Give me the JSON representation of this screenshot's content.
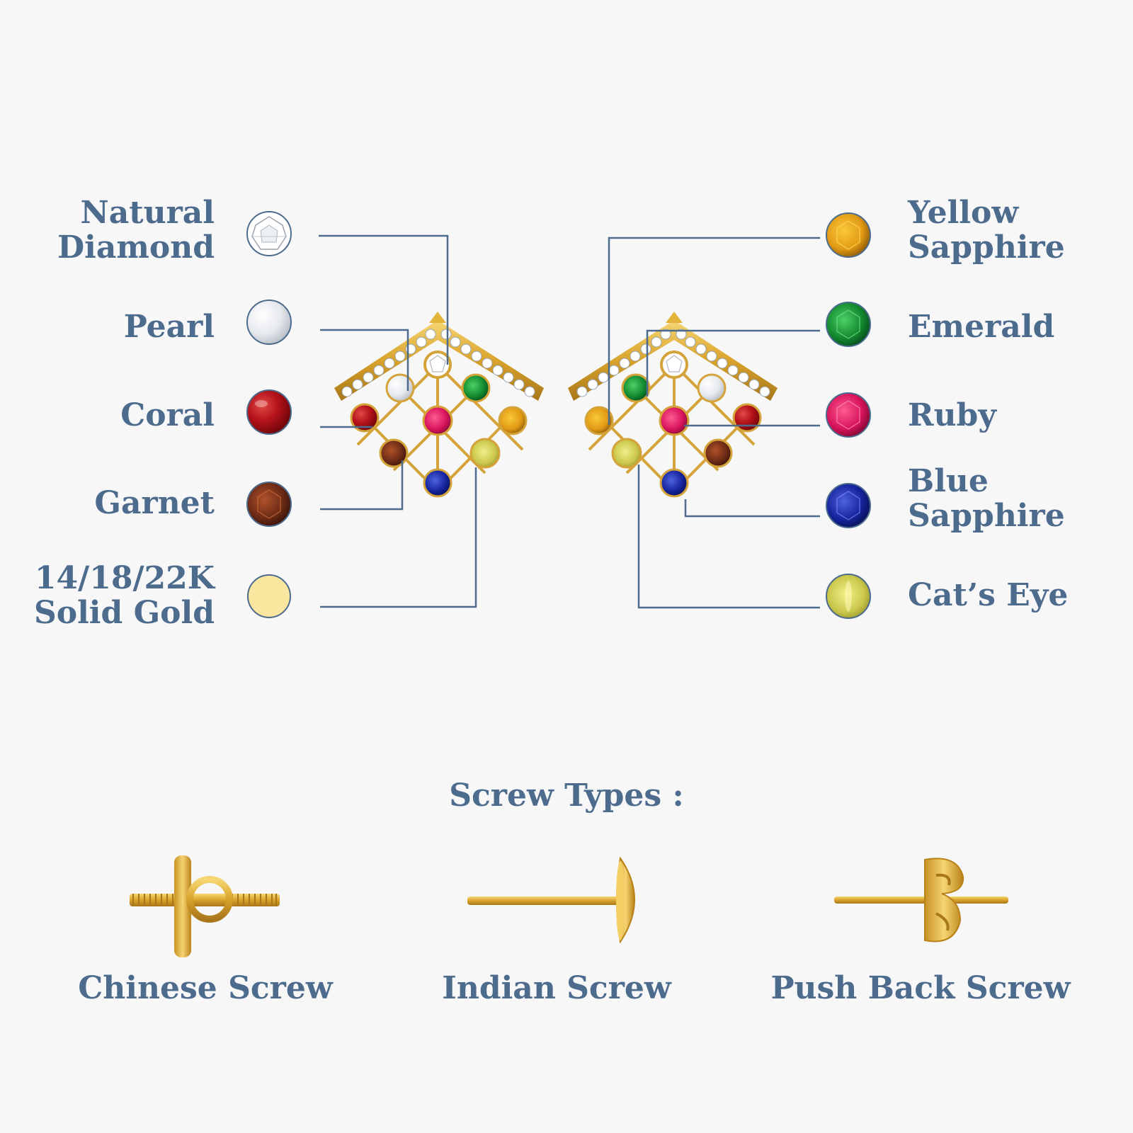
{
  "left_gems": [
    {
      "id": "natural-diamond",
      "lines": [
        "Natural",
        "Diamond"
      ],
      "color": "#ffffff"
    },
    {
      "id": "pearl",
      "lines": [
        "Pearl"
      ],
      "color": "#e9ecf0"
    },
    {
      "id": "coral",
      "lines": [
        "Coral"
      ],
      "color": "#b5131a"
    },
    {
      "id": "garnet",
      "lines": [
        "Garnet"
      ],
      "color": "#6b2a16"
    },
    {
      "id": "gold",
      "lines": [
        "14/18/22K",
        "Solid Gold"
      ],
      "color": "#fbe6a0"
    }
  ],
  "right_gems": [
    {
      "id": "yellow-sapphire",
      "lines": [
        "Yellow",
        "Sapphire"
      ],
      "color": "#e7a11a"
    },
    {
      "id": "emerald",
      "lines": [
        "Emerald"
      ],
      "color": "#13882e"
    },
    {
      "id": "ruby",
      "lines": [
        "Ruby"
      ],
      "color": "#d6135a"
    },
    {
      "id": "blue-sapphire",
      "lines": [
        "Blue",
        "Sapphire"
      ],
      "color": "#14239a"
    },
    {
      "id": "cats-eye",
      "lines": [
        "Cat’s Eye"
      ],
      "color": "#c9c64a"
    }
  ],
  "screw_section": {
    "heading": "Screw Types :",
    "types": [
      {
        "id": "chinese",
        "label": "Chinese Screw"
      },
      {
        "id": "indian",
        "label": "Indian Screw"
      },
      {
        "id": "push-back",
        "label": "Push Back Screw"
      }
    ]
  },
  "colors": {
    "text": "#4c6b8d",
    "line": "#4c6b8d",
    "gold": "#e2b43a",
    "background": "#f7f7f8"
  }
}
